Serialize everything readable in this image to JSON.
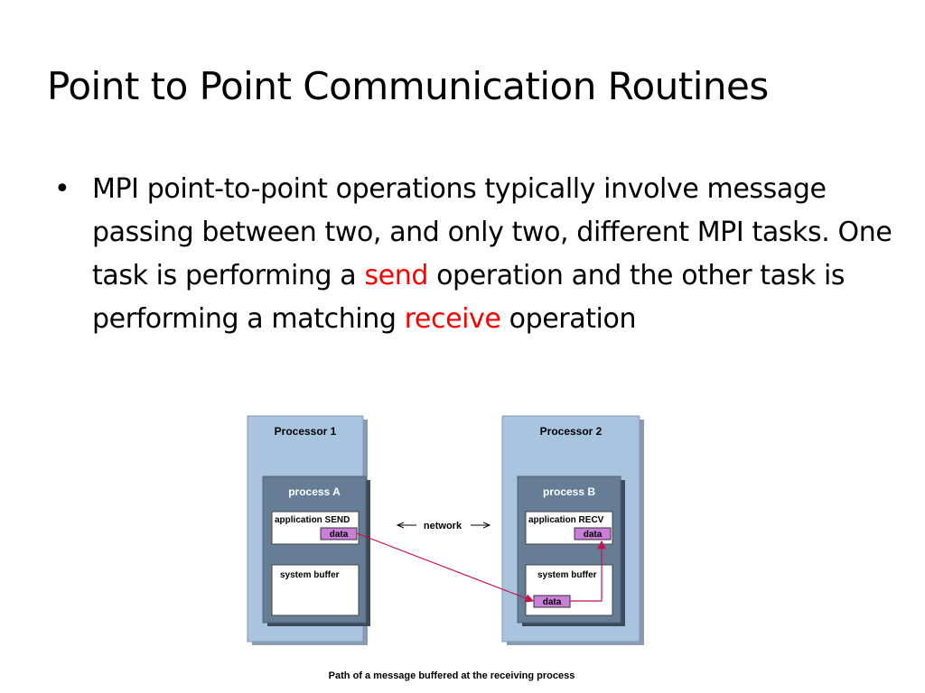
{
  "slide": {
    "title": "Point to Point Communication Routines",
    "bullet": {
      "part1": "MPI point-to-point operations typically involve message passing between two, and only two, different MPI tasks. One task is performing a ",
      "send_word": "send",
      "part2": " operation and the other task is performing a matching ",
      "receive_word": "receive",
      "part3": " operation"
    },
    "highlight_color": "#ff0000"
  },
  "diagram": {
    "processor1": {
      "label": "Processor 1",
      "process_label": "process A",
      "app_label": "application SEND",
      "data_label": "data",
      "buffer_label": "system buffer"
    },
    "processor2": {
      "label": "Processor 2",
      "process_label": "process B",
      "app_label": "application RECV",
      "data_label": "data",
      "buffer_label": "system buffer",
      "buffer_data_label": "data"
    },
    "network_label": "network",
    "caption": "Path of a message buffered at the receiving process",
    "colors": {
      "processor_fill": "#a9c4de",
      "process_fill": "#667d96",
      "data_fill": "#c97fd8",
      "arrow": "#c8104e"
    }
  }
}
